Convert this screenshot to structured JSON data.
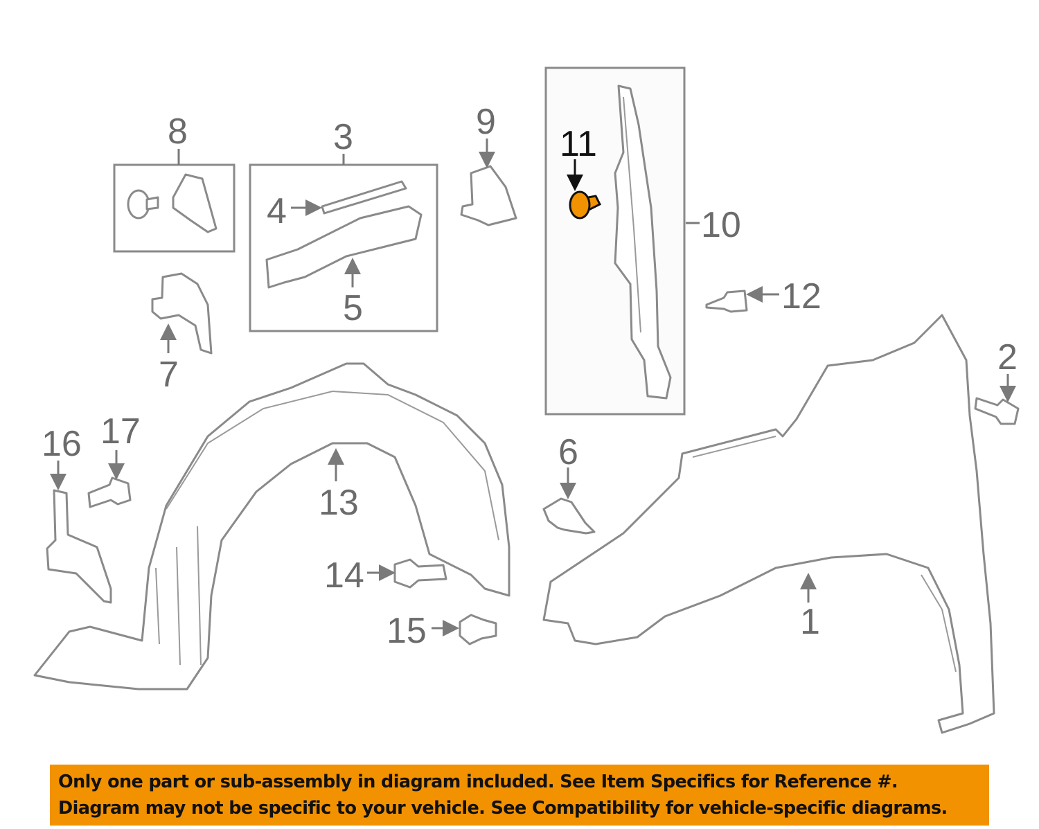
{
  "callouts": [
    "1",
    "2",
    "3",
    "4",
    "5",
    "6",
    "7",
    "8",
    "9",
    "10",
    "11",
    "12",
    "13",
    "14",
    "15",
    "16",
    "17"
  ],
  "highlighted_part": "11",
  "highlight_color": "#f39200",
  "banner": {
    "line1": "Only one part or sub-assembly in diagram included. See Item Specifics for Reference #.",
    "line2": "Diagram may not be specific to your vehicle. See Compatibility for vehicle-specific diagrams."
  }
}
